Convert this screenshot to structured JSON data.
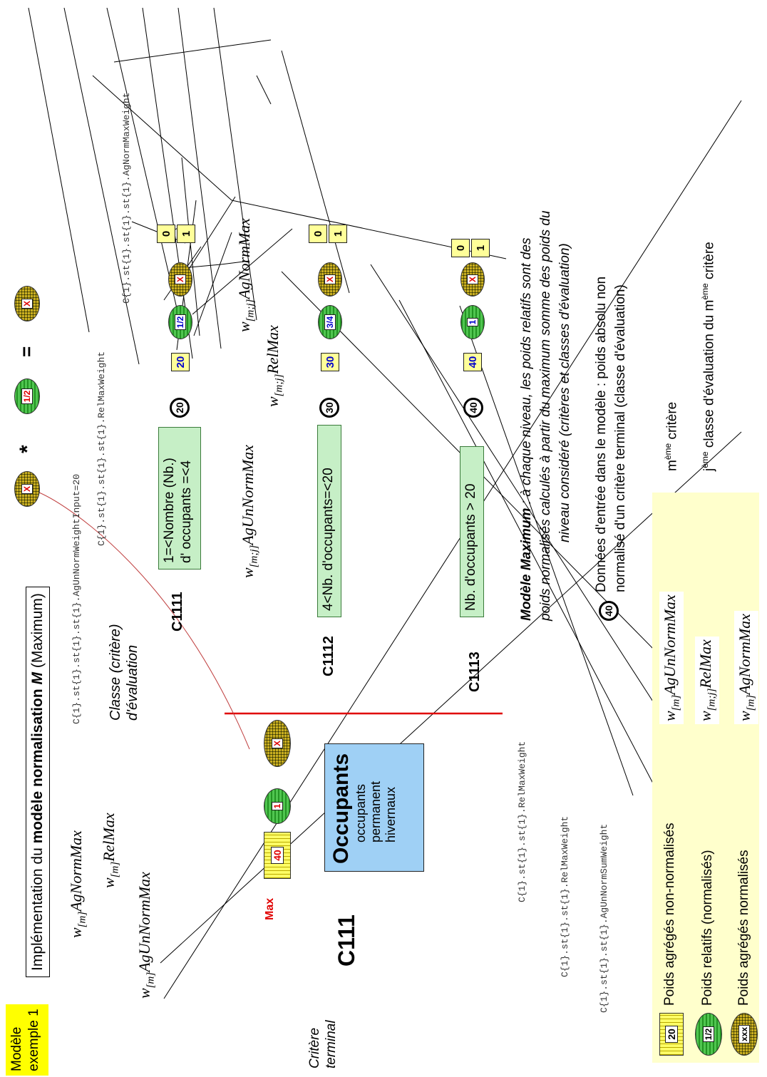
{
  "badge": {
    "line1": "Modèle",
    "line2": "exemple 1"
  },
  "title": {
    "prefix": "Implémentation du ",
    "bold": "modèle normalisation ",
    "M": "M",
    "suffix": "  (Maximum)"
  },
  "formula": {
    "times": "*",
    "equals": "=",
    "left_value": "X",
    "mid_value": "1/2",
    "right_value": "X"
  },
  "terminal_label": {
    "line1": "Critère",
    "line2": "terminal"
  },
  "class_label": {
    "line1": "Classe (critère)",
    "line2": "d'évaluation"
  },
  "main_criterion": {
    "code": "C111",
    "max": "Max",
    "bar_value": "40",
    "rel_value": "1",
    "agg_value": "X",
    "box_title": "Occupants",
    "box_lines": [
      "occupants",
      "permanent",
      "hivernaux"
    ]
  },
  "math": {
    "W": "w",
    "m": "[m]",
    "mj": "[m;j]",
    "AgNormMax": "AgNormMax",
    "RelMax": "RelMax",
    "AgUnNormMax": "AgUnNormMax"
  },
  "code_labels": {
    "agnormmax_top": "C{1}.st{1}.st{1}.st{1}.AgNormMaxWeight",
    "relmax_top": "C{1}.st{1}.st{1}.st{1}.RelMaxWeight",
    "weightinput": "C{1}.st{1}.st{1}.st{1}.AgUnNormWeightInput=20",
    "relmax_bottom": "C{1}.st{1}.st{1}.RelMaxWeight",
    "relmax_bottom2": "C{1}.st{1}.st{1}.RelMaxWeight",
    "sumweight": "C{1}.st{1}.st{1}.AgUnNormSumWeight"
  },
  "classes": [
    {
      "code": "C1111",
      "text1": "1=<Nombre (Nb.)",
      "text2": "d' occupants =<4",
      "circle": "20",
      "square": "20",
      "rel": "1/2",
      "agg": "X",
      "b0": "0",
      "b1": "1"
    },
    {
      "code": "C1112",
      "text1": "4<Nb. d'occupants=<20",
      "text2": "",
      "circle": "30",
      "square": "30",
      "rel": "3/4",
      "agg": "X",
      "b0": "0",
      "b1": "1"
    },
    {
      "code": "C1113",
      "text1": "Nb. d'occupants > 20",
      "text2": "",
      "circle": "40",
      "square": "40",
      "rel": "1",
      "agg": "X",
      "b0": "0",
      "b1": "1"
    }
  ],
  "notes": {
    "max_title": "Modèle Maximum",
    "max_line1_rest": " : à chaque niveau, les poids relatifs sont des",
    "max_line2": "poids normalisés calculés à partir du maximum somme des poids du",
    "max_line3": "niveau considéré (critères et classes d'évaluation)",
    "input_circle": "40",
    "input_line1": "Données d'entrée dans le modèle : poids absolu non",
    "input_line2": "normalisé d'un critère terminal (classe d'évaluation)"
  },
  "legend": {
    "bar_value": "20",
    "ell_green_value": "1/2",
    "ell_olive_value": "xxx",
    "item1": "Poids agrégés non-normalisés",
    "item2": "Poids relatifs (normalisés)",
    "item3": "Poids agrégés normalisés",
    "m_sup": "ème",
    "m_text": "critère",
    "j_sup": "ème",
    "j_text1": " classe d'évaluation du m",
    "j_sup2": "ème",
    "j_text2": " critère",
    "mj_m": "m",
    "mj_j": "j"
  },
  "colors": {
    "accent_red": "#e00000",
    "box_blue": "#9fd0f5",
    "legend_bg": "#ffffcc",
    "badge_bg": "#ffff00"
  }
}
